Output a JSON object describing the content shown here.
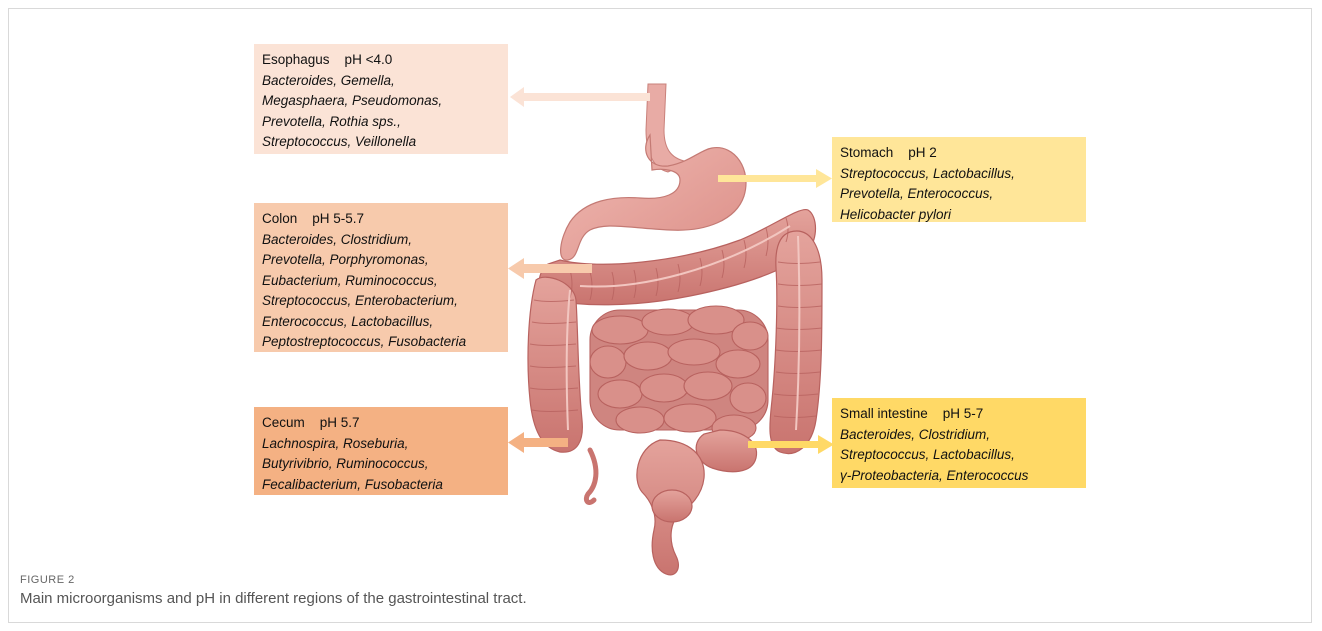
{
  "figure": {
    "label": "FIGURE 2",
    "caption": "Main microorganisms and pH in different regions of the gastrointestinal tract."
  },
  "regions": {
    "esophagus": {
      "title": "Esophagus    pH <4.0",
      "taxa": [
        "Bacteroides, Gemella,",
        "Megasphaera, Pseudomonas,",
        "Prevotella, Rothia sps.,",
        "Streptococcus, Veillonella"
      ],
      "color": "#fbe3d6"
    },
    "colon": {
      "title": "Colon    pH 5-5.7",
      "taxa": [
        "Bacteroides, Clostridium,",
        "Prevotella, Porphyromonas,",
        "Eubacterium, Ruminococcus,",
        "Streptococcus, Enterobacterium,",
        "Enterococcus, Lactobacillus,",
        "Peptostreptococcus, Fusobacteria"
      ],
      "color": "#f7caac"
    },
    "cecum": {
      "title": "Cecum    pH 5.7",
      "taxa": [
        "Lachnospira,  Roseburia,",
        "Butyrivibrio, Ruminococcus,",
        "Fecalibacterium, Fusobacteria"
      ],
      "color": "#f4b183"
    },
    "stomach": {
      "title": "Stomach    pH 2",
      "taxa": [
        "Streptococcus, Lactobacillus,",
        "Prevotella, Enterococcus,",
        "Helicobacter pylori"
      ],
      "color": "#ffe699"
    },
    "small_intestine": {
      "title": "Small intestine    pH 5-7",
      "taxa": [
        "Bacteroides, Clostridium,",
        "Streptococcus, Lactobacillus,",
        "γ-Proteobacteria, Enterococcus"
      ],
      "color": "#ffd966"
    }
  },
  "anatomy_colors": {
    "tissue": "#d98f8a",
    "tissue_light": "#e8aba5",
    "tissue_dark": "#b8625f"
  }
}
